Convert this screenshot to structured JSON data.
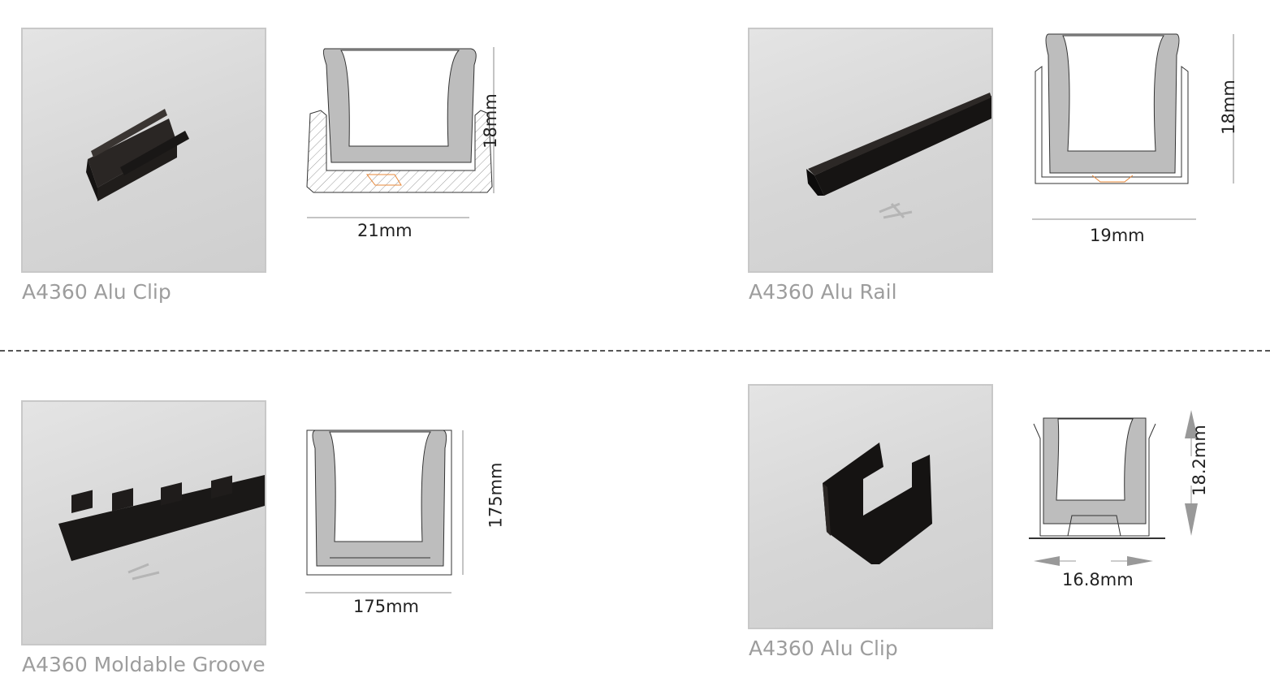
{
  "products": [
    {
      "caption": "A4360 Alu Clip",
      "width_label": "21mm",
      "height_label": "18mm",
      "photo_icon": "alu-clip-photo"
    },
    {
      "caption": "A4360 Alu Rail",
      "width_label": "19mm",
      "height_label": "18mm",
      "photo_icon": "alu-rail-photo"
    },
    {
      "caption": "A4360 Moldable Groove",
      "width_label": "175mm",
      "height_label": "175mm",
      "photo_icon": "moldable-groove-photo"
    },
    {
      "caption": "A4360 Alu Clip",
      "width_label": "16.8mm",
      "height_label": "18.2mm",
      "photo_icon": "alu-clip-photo"
    }
  ],
  "colors": {
    "caption": "#9d9d9d",
    "profile_fill": "#bdbdbd",
    "accent_orange": "#e8883a",
    "photo_product": "#1c1a19"
  }
}
